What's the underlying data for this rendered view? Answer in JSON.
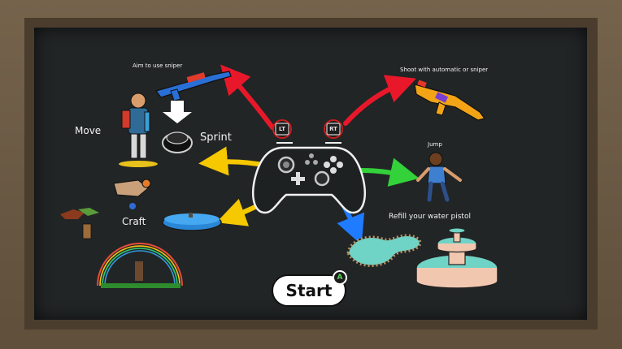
{
  "labels": {
    "aim": "Aim to use sniper",
    "shoot": "Shoot with automatic or sniper",
    "move": "Move",
    "sprint": "Sprint",
    "jump": "Jump",
    "craft": "Craft",
    "refill": "Refill your water pistol"
  },
  "triggers": {
    "left": "LT",
    "right": "RT"
  },
  "start": {
    "label": "Start",
    "badge": "A"
  },
  "colors": {
    "board": "#222526",
    "frame": "#6b5a45",
    "arrow_red": "#e8182a",
    "arrow_yellow": "#f5c800",
    "arrow_green": "#33d13a",
    "arrow_blue": "#1f7bff"
  }
}
